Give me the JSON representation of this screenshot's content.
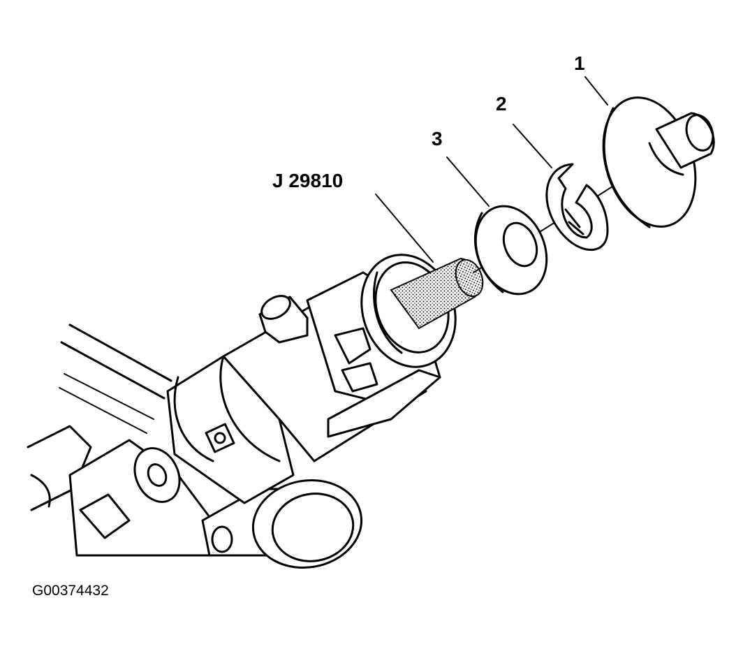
{
  "callouts": {
    "c1": "1",
    "c2": "2",
    "c3": "3",
    "tool": "J 29810"
  },
  "figure_id": "G00374432"
}
